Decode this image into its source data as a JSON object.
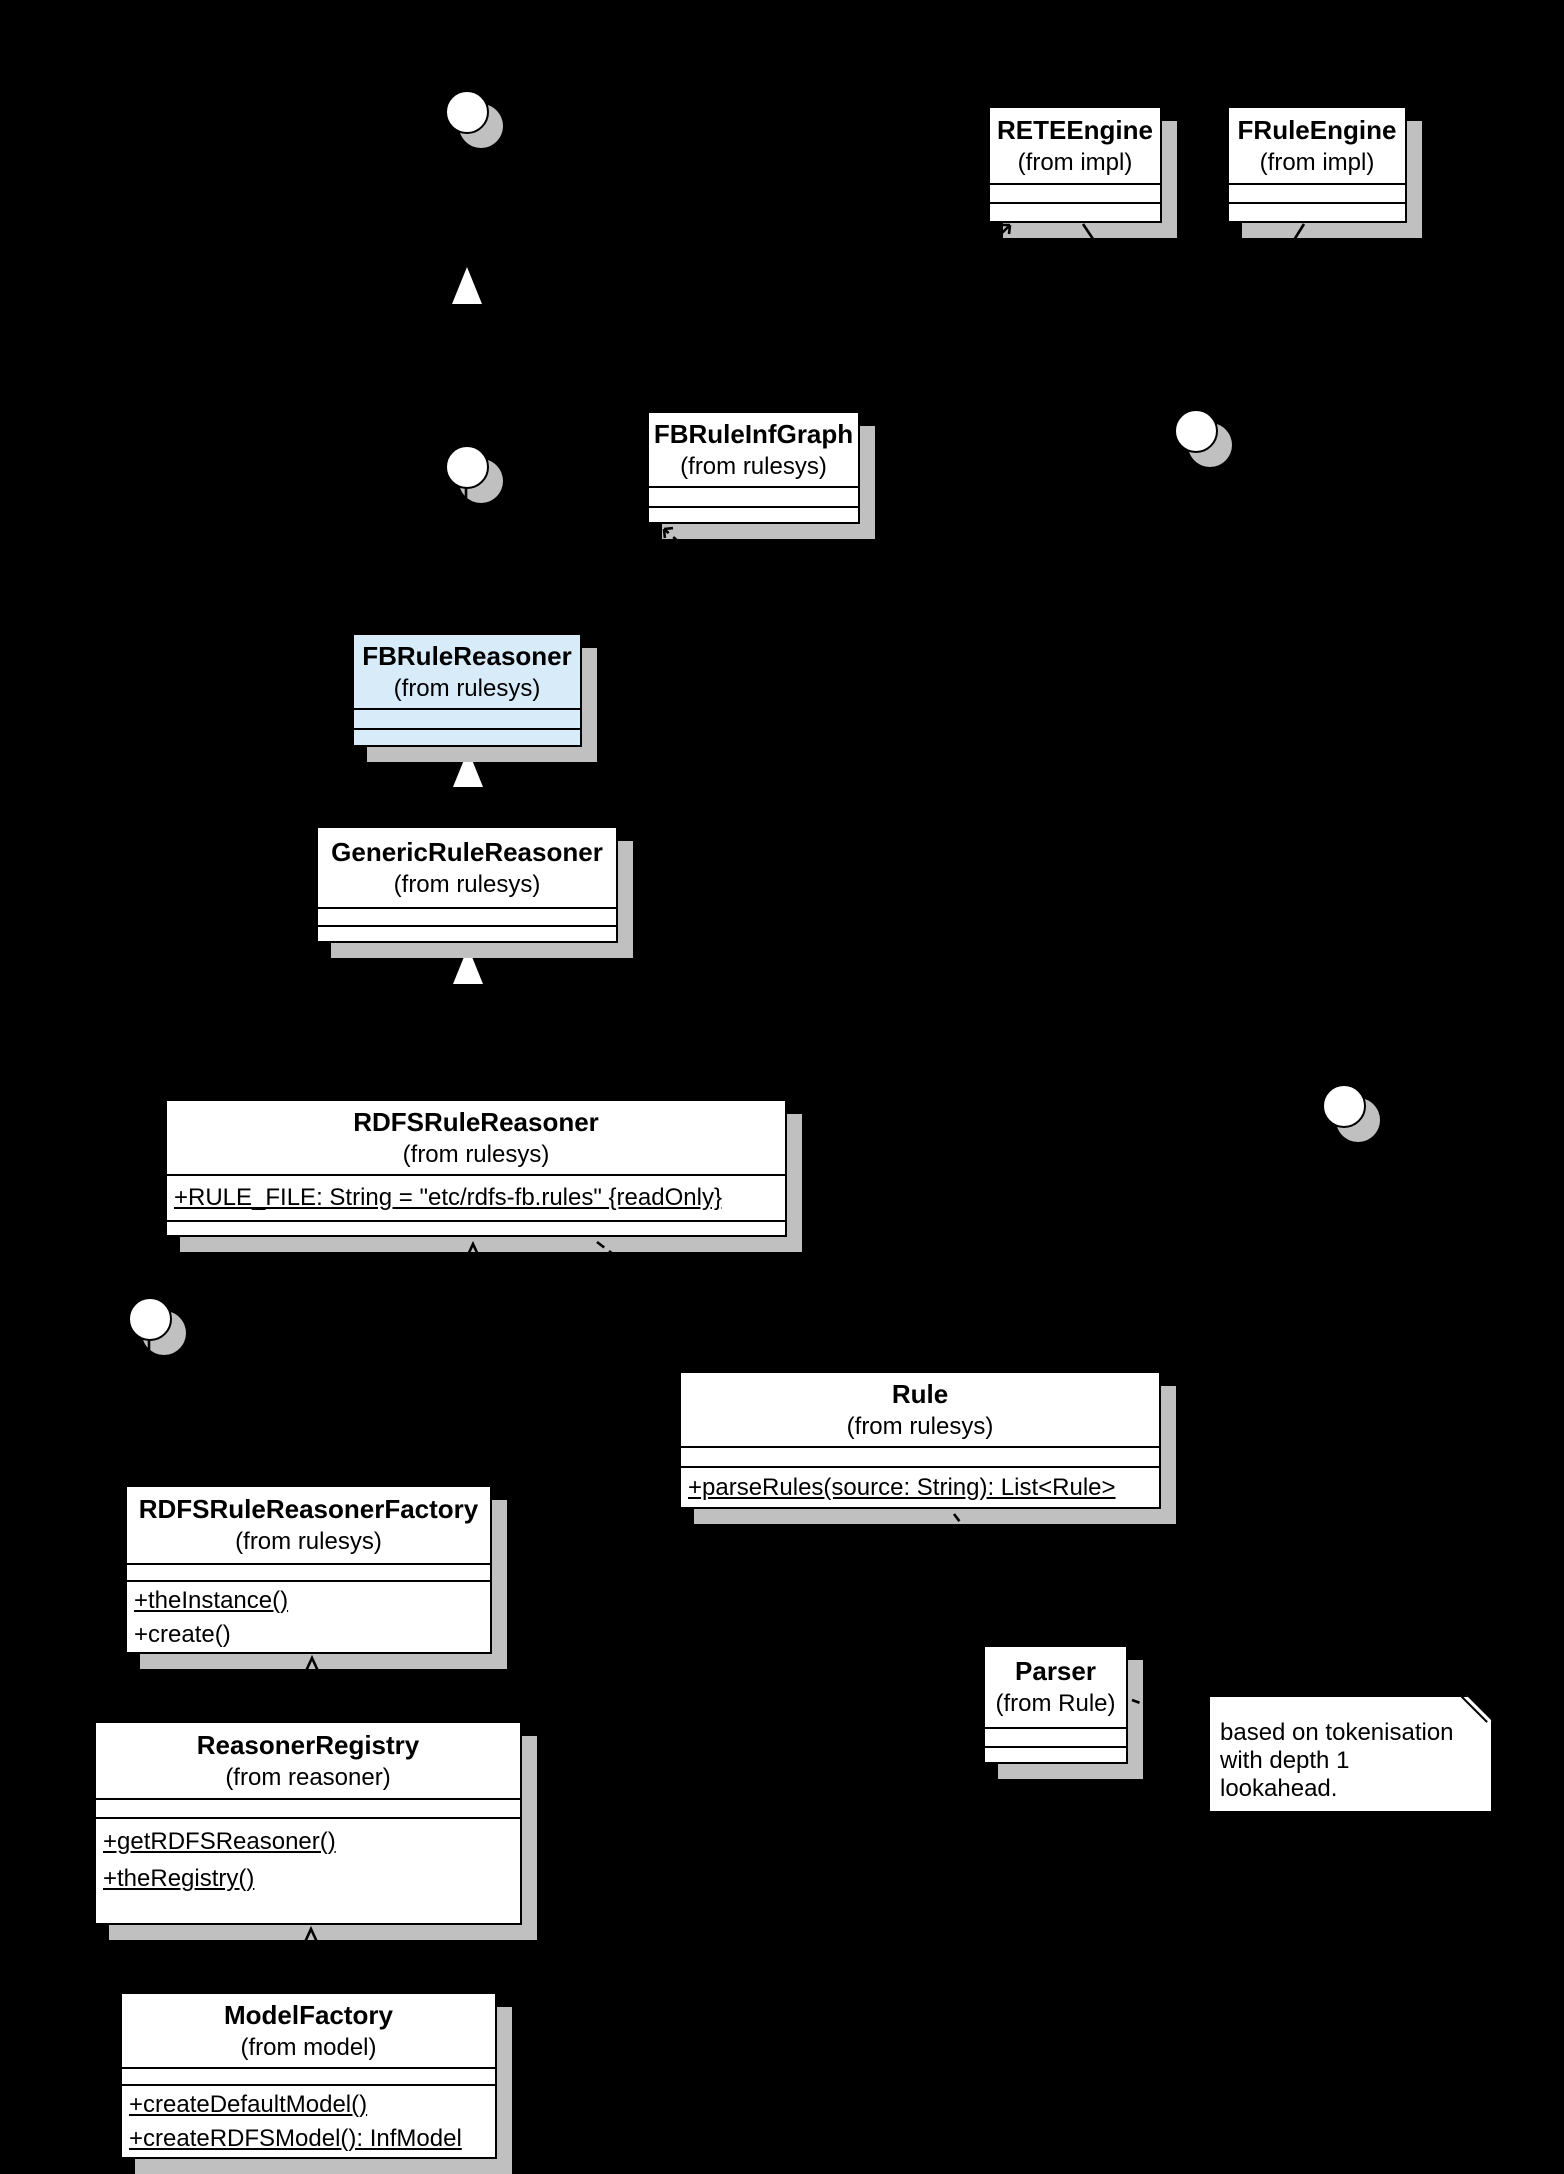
{
  "colors": {
    "background": "#000000",
    "shadow": "#c0c0c0",
    "class_fill": "#ffffff",
    "highlight_fill": "#d7ebf9",
    "border": "#000000"
  },
  "classes": {
    "rete_engine": {
      "name": "RETEEngine",
      "origin": "(from impl)"
    },
    "frule_engine": {
      "name": "FRuleEngine",
      "origin": "(from impl)"
    },
    "fbrule_inf_graph": {
      "name": "FBRuleInfGraph",
      "origin": "(from rulesys)"
    },
    "fbrule_reasoner": {
      "name": "FBRuleReasoner",
      "origin": "(from rulesys)"
    },
    "generic_rule_reasoner": {
      "name": "GenericRuleReasoner",
      "origin": "(from rulesys)"
    },
    "rdfs_rule_reasoner": {
      "name": "RDFSRuleReasoner",
      "origin": "(from rulesys)",
      "attr1": "+RULE_FILE: String = \"etc/rdfs-fb.rules\" {readOnly}"
    },
    "rule": {
      "name": "Rule",
      "origin": "(from rulesys)",
      "op1": "+parseRules(source: String): List<Rule>"
    },
    "rdfs_rule_reasoner_factory": {
      "name": "RDFSRuleReasonerFactory",
      "origin": "(from rulesys)",
      "op1": "+theInstance()",
      "op2": "+create()"
    },
    "reasoner_registry": {
      "name": "ReasonerRegistry",
      "origin": "(from reasoner)",
      "op1": "+getRDFSReasoner()",
      "op2": "+theRegistry()"
    },
    "model_factory": {
      "name": "ModelFactory",
      "origin": "(from model)",
      "op1": "+createDefaultModel()",
      "op2": "+createRDFSModel(): InfModel"
    },
    "parser": {
      "name": "Parser",
      "origin": "(from Rule)"
    }
  },
  "note": {
    "line1": "based on tokenisation",
    "line2": "with depth 1",
    "line3": "lookahead."
  }
}
